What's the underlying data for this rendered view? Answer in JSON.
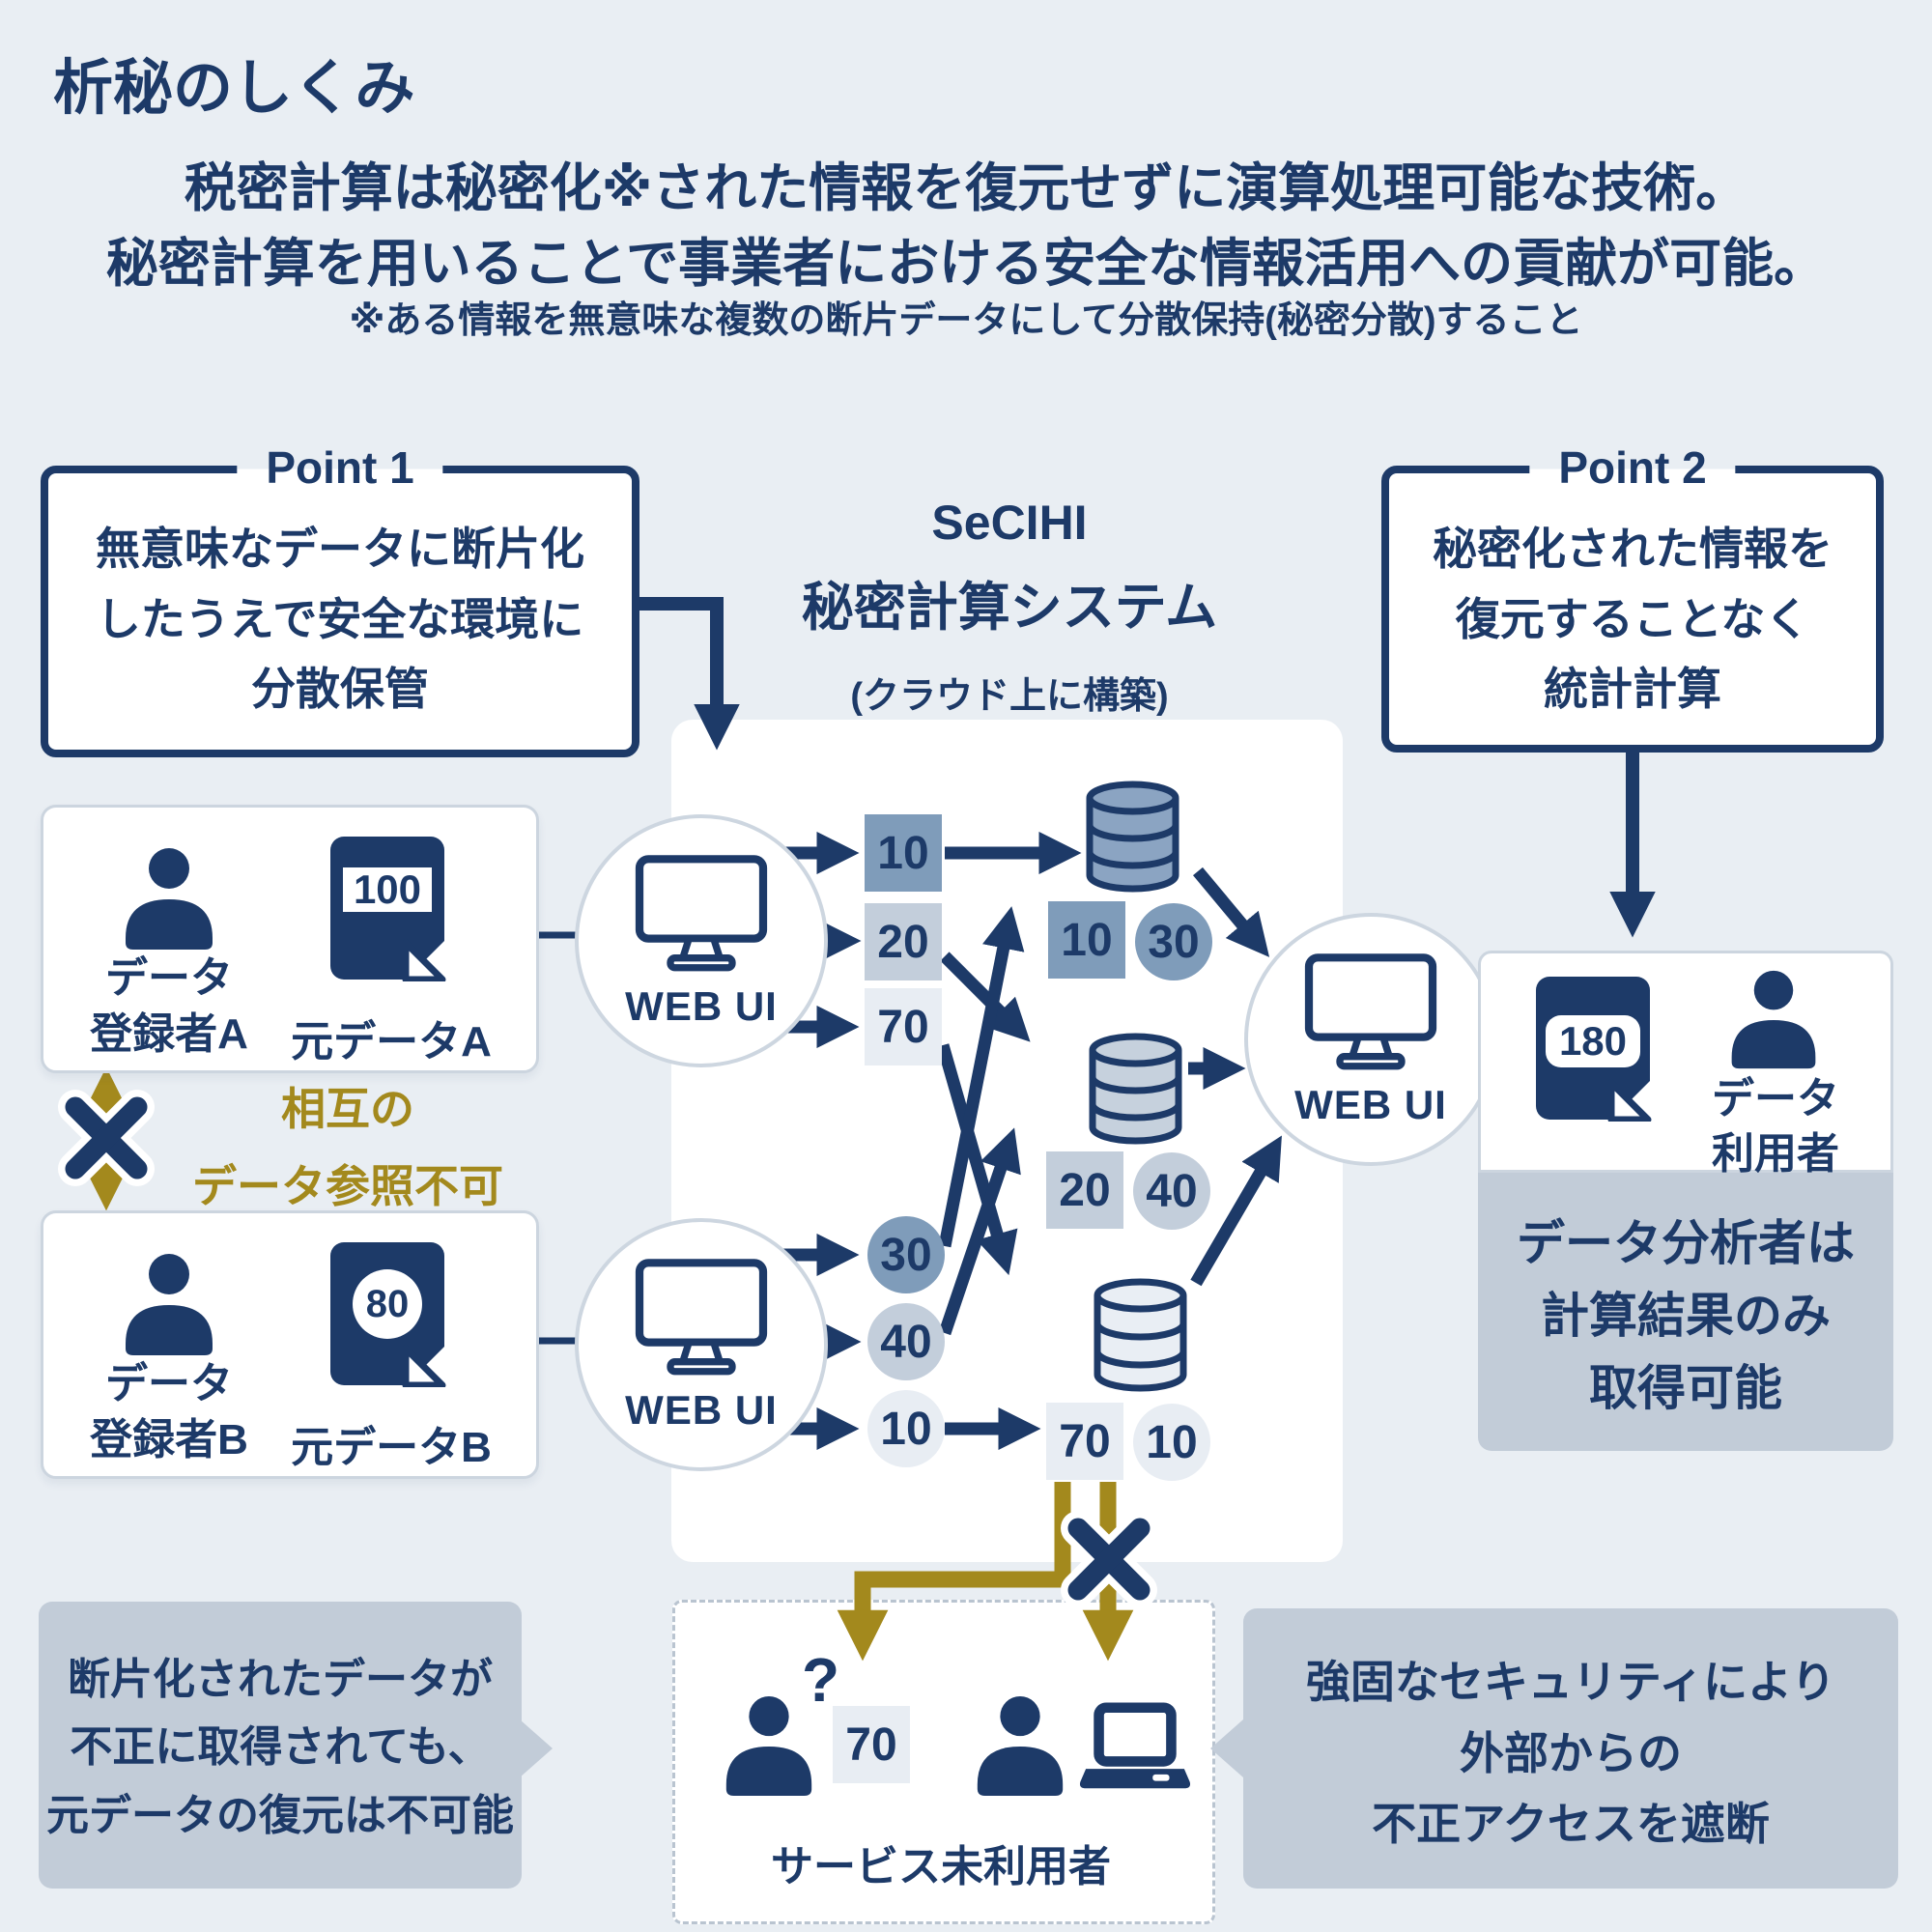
{
  "page": {
    "title": "析秘のしくみ"
  },
  "intro": {
    "line1": "税密計算は秘密化※された情報を復元せずに演算処理可能な技術。",
    "line2": "秘密計算を用いることで事業者における安全な情報活用への貢献が可能。",
    "note": "※ある情報を無意味な複数の断片データにして分散保持(秘密分散)すること"
  },
  "point1": {
    "label": "Point 1",
    "lines": [
      "無意味なデータに断片化",
      "したうえで安全な環境に",
      "分散保管"
    ]
  },
  "point2": {
    "label": "Point 2",
    "lines": [
      "秘密化された情報を",
      "復元することなく",
      "統計計算"
    ]
  },
  "system": {
    "name": "SeCIHI",
    "subtitle": "秘密計算システム",
    "note": "(クラウド上に構築)"
  },
  "registrant_a": {
    "role_line1": "データ",
    "role_line2": "登録者A",
    "data_label": "元データA",
    "value": "100"
  },
  "registrant_b": {
    "role_line1": "データ",
    "role_line2": "登録者B",
    "data_label": "元データB",
    "value": "80"
  },
  "mutual_note": {
    "line1": "相互の",
    "line2": "データ参照不可"
  },
  "webui": {
    "label": "WEB UI"
  },
  "flow": {
    "a_fragments": [
      "10",
      "20",
      "70"
    ],
    "b_fragments": [
      "30",
      "40",
      "10"
    ],
    "db_pairs": [
      [
        "10",
        "30"
      ],
      [
        "20",
        "40"
      ],
      [
        "70",
        "10"
      ]
    ],
    "result_value": "180",
    "leaked_value": "70",
    "question_mark": "?"
  },
  "data_user": {
    "role_line1": "データ",
    "role_line2": "利用者"
  },
  "analyst_note": {
    "lines": [
      "データ分析者は",
      "計算結果のみ",
      "取得可能"
    ]
  },
  "bottom_left_note": {
    "lines": [
      "断片化されたデータが",
      "不正に取得されても、",
      "元データの復元は不可能"
    ]
  },
  "non_user": {
    "label": "サービス未利用者"
  },
  "bottom_right_note": {
    "lines": [
      "強固なセキュリティにより",
      "外部からの",
      "不正アクセスを遮断"
    ]
  },
  "colors": {
    "background": "#e9eef3",
    "navy": "#1d3a68",
    "gold": "#a3891d",
    "fragment_dark": "#7f9cba",
    "fragment_medium": "#c3cedb",
    "fragment_light": "#e8edf3",
    "db1_fill": "#8ba4c2",
    "db2_fill": "#c6d1dd",
    "db3_fill": "#e9eef4",
    "note_box": "#c2ccd8",
    "card_border": "#ccd5df",
    "white": "#ffffff"
  }
}
